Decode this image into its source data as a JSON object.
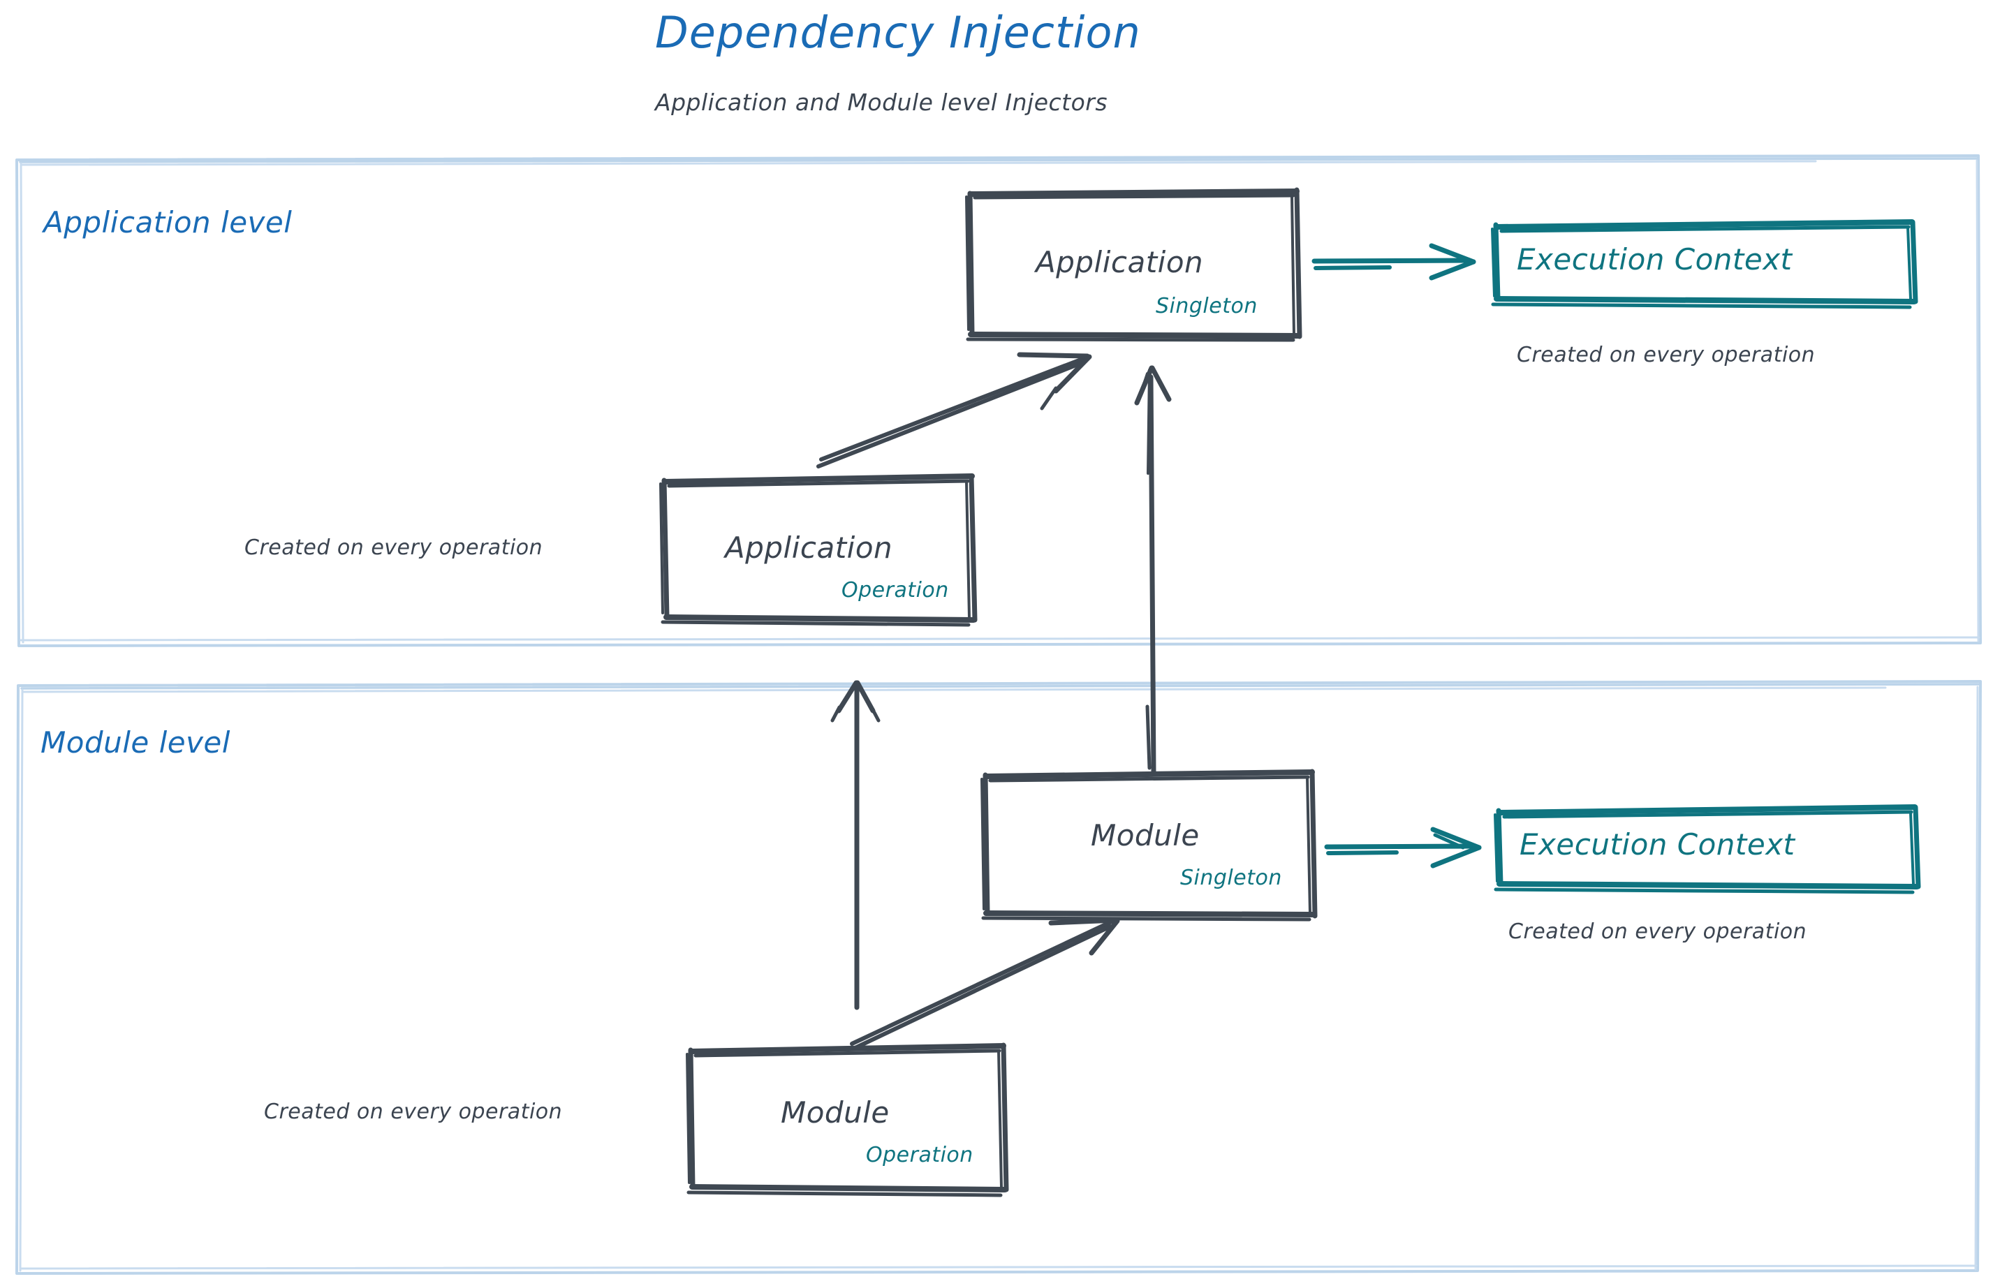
{
  "header": {
    "title": "Dependency Injection",
    "subtitle": "Application and Module level Injectors",
    "title_color": "#1a6bb5",
    "subtitle_color": "#3b4450"
  },
  "colors": {
    "container_border": "#bcd4ea",
    "node_stroke": "#3f4852",
    "accent_teal": "#0f7480",
    "heading_blue": "#1a6bb5",
    "body_gray": "#3b4450",
    "background": "#ffffff"
  },
  "sections": [
    {
      "id": "application-level",
      "label": "Application level",
      "nodes": [
        {
          "id": "application-singleton",
          "title": "Application",
          "scope": "Singleton",
          "style": "gray"
        },
        {
          "id": "application-execution-context",
          "title": "Execution Context",
          "scope": "",
          "style": "teal",
          "caption": "Created on every operation"
        },
        {
          "id": "application-operation",
          "title": "Application",
          "scope": "Operation",
          "style": "gray",
          "caption": "Created on every operation"
        }
      ]
    },
    {
      "id": "module-level",
      "label": "Module level",
      "nodes": [
        {
          "id": "module-singleton",
          "title": "Module",
          "scope": "Singleton",
          "style": "gray"
        },
        {
          "id": "module-execution-context",
          "title": "Execution Context",
          "scope": "",
          "style": "teal",
          "caption": "Created on every operation"
        },
        {
          "id": "module-operation",
          "title": "Module",
          "scope": "Operation",
          "style": "gray",
          "caption": "Created on every operation"
        }
      ]
    }
  ],
  "edges": [
    {
      "id": "app-singleton-to-exec-ctx",
      "from": "application-singleton",
      "to": "application-execution-context",
      "color": "teal"
    },
    {
      "id": "app-operation-to-app-singleton",
      "from": "application-operation",
      "to": "application-singleton",
      "color": "gray"
    },
    {
      "id": "module-singleton-to-app-singleton",
      "from": "module-singleton",
      "to": "application-singleton",
      "color": "gray"
    },
    {
      "id": "module-singleton-to-exec-ctx",
      "from": "module-singleton",
      "to": "module-execution-context",
      "color": "teal"
    },
    {
      "id": "module-operation-to-module-singleton",
      "from": "module-operation",
      "to": "module-singleton",
      "color": "gray"
    },
    {
      "id": "module-operation-to-app-operation",
      "from": "module-operation",
      "to": "application-operation",
      "color": "gray"
    }
  ],
  "labels": {
    "app_singleton_title": "Application",
    "app_singleton_scope": "Singleton",
    "app_exec_ctx_title": "Execution Context",
    "app_exec_ctx_caption": "Created on every operation",
    "app_operation_title": "Application",
    "app_operation_scope": "Operation",
    "app_operation_caption": "Created on every operation",
    "module_singleton_title": "Module",
    "module_singleton_scope": "Singleton",
    "module_exec_ctx_title": "Execution Context",
    "module_exec_ctx_caption": "Created on every operation",
    "module_operation_title": "Module",
    "module_operation_scope": "Operation",
    "module_operation_caption": "Created on every operation",
    "application_level": "Application level",
    "module_level": "Module level"
  }
}
